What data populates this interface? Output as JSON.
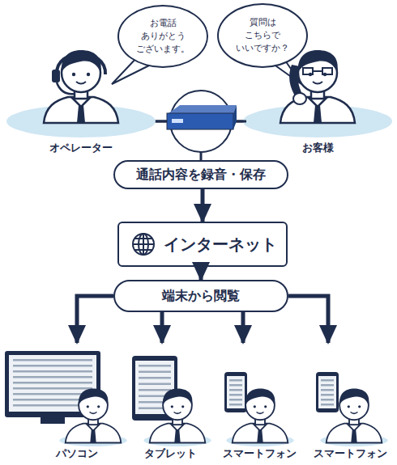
{
  "diagram": {
    "nodes": [
      {
        "text": [
          "お電話 ありがとう ございます。"
        ]
      },
      {
        "text": [
          "質問は こちらで いいですか？"
        ]
      },
      {
        "text": [
          "オペレーター"
        ]
      },
      {
        "text": [
          "お客様"
        ]
      },
      {
        "text": [
          "通話内容を録音・保存"
        ]
      },
      {
        "text": [
          "インターネット"
        ]
      },
      {
        "text": [
          "端末から閲覧"
        ]
      },
      {
        "text": [
          "パソコン"
        ]
      },
      {
        "text": [
          "タブレット"
        ]
      },
      {
        "text": [
          "スマートフォン"
        ]
      },
      {
        "text": [
          "スマートフォン"
        ]
      }
    ],
    "edges": [
      {
        "from": 2,
        "to": 3,
        "arrow": "none"
      },
      {
        "from": 4,
        "to": 5,
        "arrow": "to"
      },
      {
        "from": 5,
        "to": 6,
        "arrow": "to"
      },
      {
        "from": 6,
        "to": 7,
        "arrow": "to"
      },
      {
        "from": 6,
        "to": 8,
        "arrow": "to"
      },
      {
        "from": 6,
        "to": 9,
        "arrow": "to"
      },
      {
        "from": 6,
        "to": 10,
        "arrow": "to"
      }
    ]
  }
}
